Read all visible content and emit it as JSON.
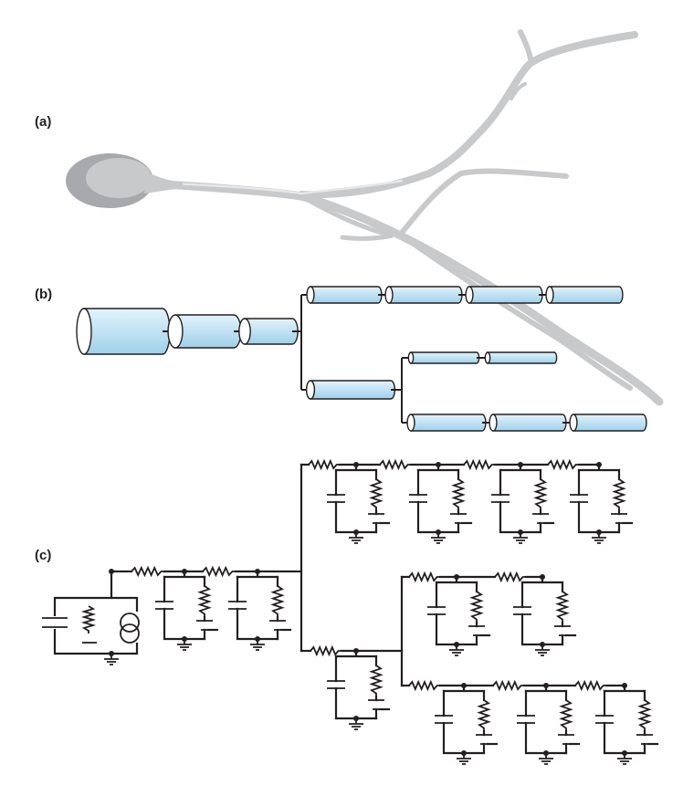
{
  "panels": {
    "a": {
      "label": "(a)"
    },
    "b": {
      "label": "(b)"
    },
    "c": {
      "label": "(c)"
    }
  },
  "colors": {
    "neuron_fill": "#c8c9cb",
    "neuron_highlight": "#e6e7e8",
    "soma_shadow": "#a7a9ac",
    "cable_fill_light": "#e3f3fb",
    "cable_fill_dark": "#9fd0ea",
    "line": "#231f20"
  }
}
